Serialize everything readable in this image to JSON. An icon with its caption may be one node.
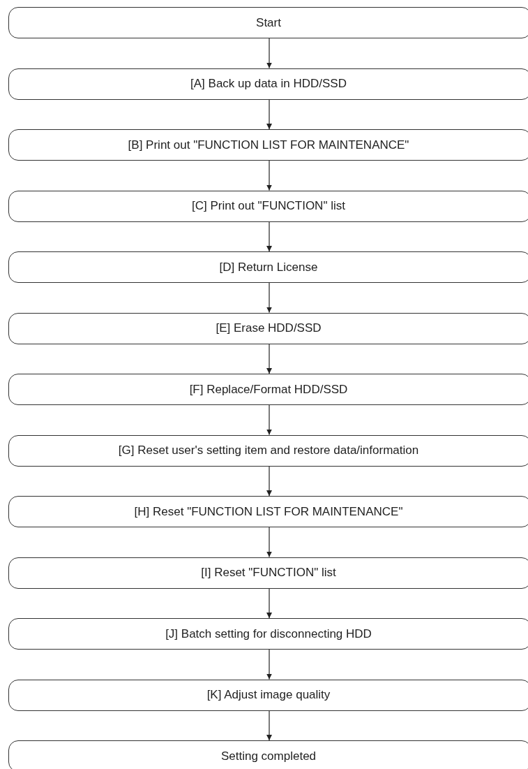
{
  "diagram": {
    "nodes": [
      {
        "text": [
          "Start"
        ]
      },
      {
        "text": [
          "[A] Back up data in HDD/SSD"
        ]
      },
      {
        "text": [
          "[B] Print out \"FUNCTION LIST FOR MAINTENANCE\""
        ]
      },
      {
        "text": [
          "[C] Print out \"FUNCTION\" list"
        ]
      },
      {
        "text": [
          "[D] Return License"
        ]
      },
      {
        "text": [
          "[E] Erase HDD/SSD"
        ]
      },
      {
        "text": [
          "[F] Replace/Format HDD/SSD"
        ]
      },
      {
        "text": [
          "[G] Reset user's setting item and restore data/information"
        ]
      },
      {
        "text": [
          "[H] Reset \"FUNCTION LIST FOR MAINTENANCE\""
        ]
      },
      {
        "text": [
          "[I] Reset \"FUNCTION\" list"
        ]
      },
      {
        "text": [
          "[J] Batch setting for disconnecting HDD"
        ]
      },
      {
        "text": [
          "[K] Adjust image quality"
        ]
      },
      {
        "text": [
          "Setting completed"
        ]
      }
    ],
    "edges": [
      {
        "from": 0,
        "to": 1,
        "arrow": "to"
      },
      {
        "from": 1,
        "to": 2,
        "arrow": "to"
      },
      {
        "from": 2,
        "to": 3,
        "arrow": "to"
      },
      {
        "from": 3,
        "to": 4,
        "arrow": "to"
      },
      {
        "from": 4,
        "to": 5,
        "arrow": "to"
      },
      {
        "from": 5,
        "to": 6,
        "arrow": "to"
      },
      {
        "from": 6,
        "to": 7,
        "arrow": "to"
      },
      {
        "from": 7,
        "to": 8,
        "arrow": "to"
      },
      {
        "from": 8,
        "to": 9,
        "arrow": "to"
      },
      {
        "from": 9,
        "to": 10,
        "arrow": "to"
      },
      {
        "from": 10,
        "to": 11,
        "arrow": "to"
      },
      {
        "from": 11,
        "to": 12,
        "arrow": "to"
      }
    ]
  }
}
